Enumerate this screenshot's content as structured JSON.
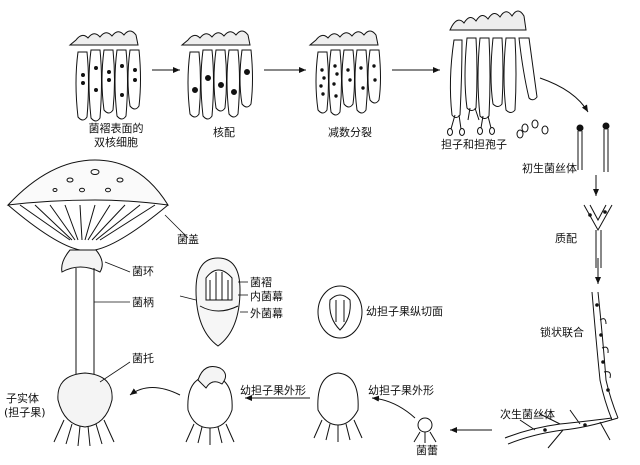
{
  "labels": {
    "dikaryotic_surface": "菌褶表面的",
    "dikaryotic_cells": "双核细胞",
    "karyogamy": "核配",
    "meiosis": "减数分裂",
    "basidia_spores": "担子和担孢子",
    "primary_mycelium": "初生菌丝体",
    "plasmogamy": "质配",
    "clamp_connection": "锁状联合",
    "secondary_mycelium": "次生菌丝体",
    "button": "菌蕾",
    "young_fruit_outer_1": "幼担子果外形",
    "young_fruit_outer_2": "幼担子果外形",
    "young_fruit_section": "幼担子果纵切面",
    "pileus": "菌盖",
    "gills": "菌褶",
    "inner_veil": "内菌幕",
    "outer_veil": "外菌幕",
    "annulus": "菌环",
    "stipe": "菌柄",
    "volva": "菌托",
    "fruiting_body": "子实体",
    "basidiocarp": "(担子果)"
  }
}
